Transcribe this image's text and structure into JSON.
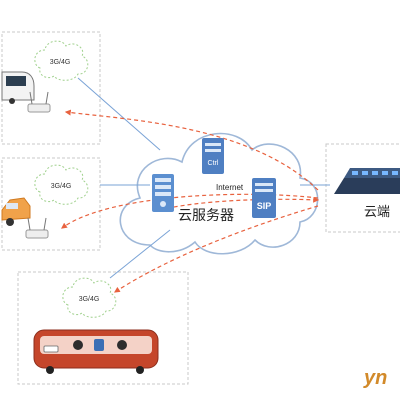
{
  "cloud": {
    "internet_label": "Internet",
    "service_label": "云服务器"
  },
  "servers": {
    "ctrl_label": "Ctrl",
    "sip_label": "SIP"
  },
  "network": {
    "bus_network_label": "3G/4G",
    "car_network_label": "3G/4G",
    "train_network_label": "3G/4G"
  },
  "right_device": {
    "label": "云端"
  },
  "watermark": "yn"
}
